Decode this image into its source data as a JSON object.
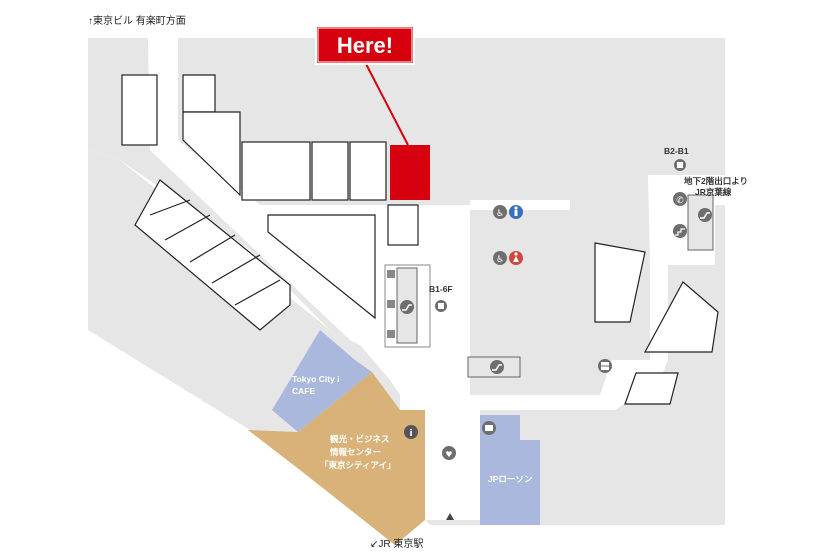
{
  "map": {
    "here_label": "Here!",
    "direction_top": "↑東京ビル 有楽町方面",
    "direction_bottom": "↙JR 東京駅",
    "floor_b2_b1": "B2-B1",
    "floor_b1_6f": "B1-6F",
    "subway_exit_line1": "地下2階出口より",
    "subway_exit_line2": "JR京葉線",
    "tokyo_city_cafe_line1": "Tokyo City i",
    "tokyo_city_cafe_line2": "CAFE",
    "info_center_line1": "観光・ビジネス",
    "info_center_line2": "情報センター",
    "info_center_line3": "「東京シティアイ」",
    "jp_lawson": "JPローソン",
    "colors": {
      "floor": "#e6e6e6",
      "corridor": "#ffffff",
      "shop_outline": "#222222",
      "here": "#d7000f",
      "info_center": "#d9b27a",
      "cafe": "#a9b8dc",
      "lawson": "#a9b8dc",
      "icon_bg": "#6e6e6e",
      "restroom_male": "#3a6fbf",
      "restroom_female": "#d0473f"
    }
  }
}
